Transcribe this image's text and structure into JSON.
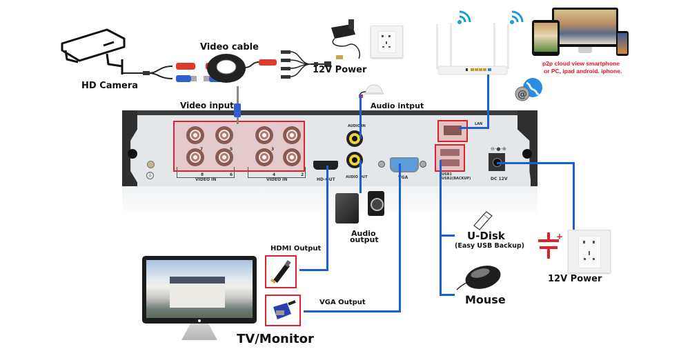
{
  "labels": {
    "hd_camera": "HD Camera",
    "video_cable": "Video cable",
    "power_top": "12V Power",
    "video_input": "Video input",
    "audio_input": "Audio intput",
    "p2p_line1": "p2p cloud view smartphone",
    "p2p_line2": "or PC, ipad android. iphone.",
    "audio_output_line1": "Audio",
    "audio_output_line2": "output",
    "hdmi_output": "HDMI Output",
    "vga_output": "VGA Output",
    "tv_monitor": "TV/Monitor",
    "u_disk": "U-Disk",
    "u_disk_sub": "(Easy USB Backup)",
    "mouse": "Mouse",
    "power_bottom": "12V Power"
  },
  "dvr_panel": {
    "video_in_group1": "VIDEO IN",
    "video_in_group2": "VIDEO IN",
    "channel_numbers_group1": [
      "7",
      "5",
      "8",
      "6"
    ],
    "channel_numbers_group2": [
      "3",
      "4",
      "2"
    ],
    "hd_out": "HD-OUT",
    "audio_in": "AUDIO IN",
    "audio_out": "AUDIO OUT",
    "vga": "VGA",
    "lan": "LAN",
    "usb_label1": "USB1",
    "usb_label2": "USB2(BACKUP)",
    "dc_12v": "DC 12V"
  },
  "colors": {
    "wire": "#1a5fd6",
    "highlight_red": "#e0212b",
    "p2p_text": "#e3161c",
    "label_text": "#111111",
    "panel_body": "#e4e7ea",
    "panel_frame": "#3a3a3a"
  }
}
